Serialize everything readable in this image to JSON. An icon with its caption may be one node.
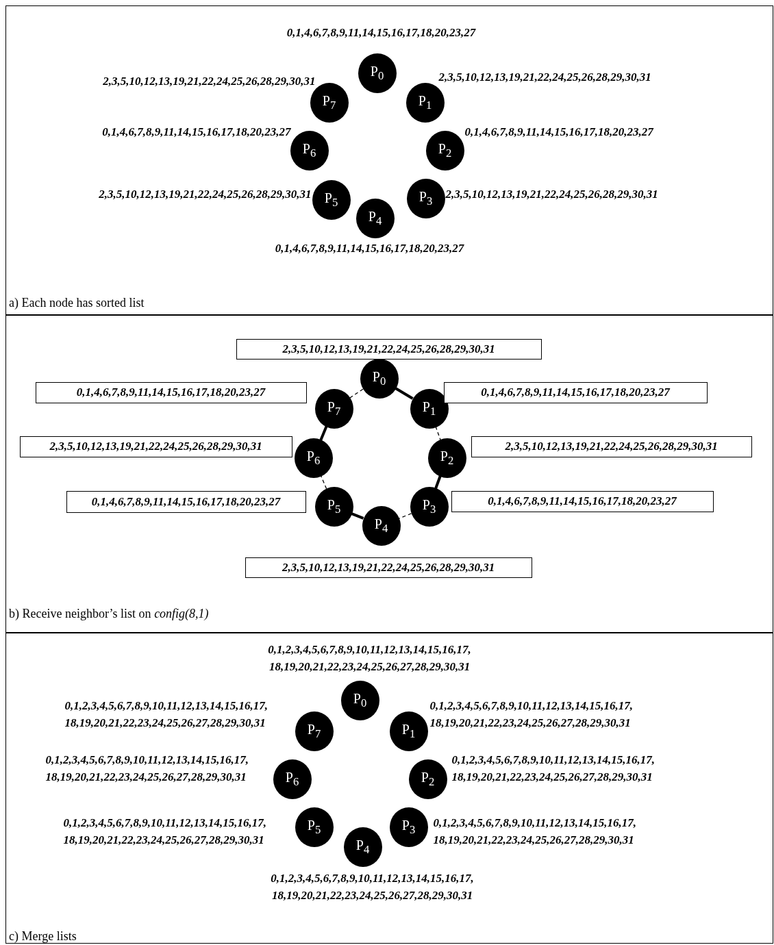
{
  "diagram": {
    "nodes": [
      {
        "text": [
          "a) Each node has sorted list"
        ]
      },
      {
        "text": [
          "P$_{0}$"
        ],
        "in": 0,
        "beside": [
          "0,1,4,6,7,8,9,11,14,15,16,17,18,20,23,27"
        ]
      },
      {
        "text": [
          "P$_{1}$"
        ],
        "in": 0,
        "beside": [
          "2,3,5,10,12,13,19,21,22,24,25,26,28,29,30,31"
        ]
      },
      {
        "text": [
          "P$_{2}$"
        ],
        "in": 0,
        "beside": [
          "0,1,4,6,7,8,9,11,14,15,16,17,18,20,23,27"
        ]
      },
      {
        "text": [
          "P$_{3}$"
        ],
        "in": 0,
        "beside": [
          "2,3,5,10,12,13,19,21,22,24,25,26,28,29,30,31"
        ]
      },
      {
        "text": [
          "P$_{4}$"
        ],
        "in": 0,
        "beside": [
          "0,1,4,6,7,8,9,11,14,15,16,17,18,20,23,27"
        ]
      },
      {
        "text": [
          "P$_{5}$"
        ],
        "in": 0,
        "beside": [
          "2,3,5,10,12,13,19,21,22,24,25,26,28,29,30,31"
        ]
      },
      {
        "text": [
          "P$_{6}$"
        ],
        "in": 0,
        "beside": [
          "0,1,4,6,7,8,9,11,14,15,16,17,18,20,23,27"
        ]
      },
      {
        "text": [
          "P$_{7}$"
        ],
        "in": 0,
        "beside": [
          "2,3,5,10,12,13,19,21,22,24,25,26,28,29,30,31"
        ]
      },
      {
        "text": [
          "b) Receive neighbor’s list on *config(8,1)*"
        ]
      },
      {
        "text": [
          "P$_{0}$"
        ],
        "in": 9
      },
      {
        "text": [
          "P$_{1}$"
        ],
        "in": 9
      },
      {
        "text": [
          "P$_{2}$"
        ],
        "in": 9
      },
      {
        "text": [
          "P$_{3}$"
        ],
        "in": 9
      },
      {
        "text": [
          "P$_{4}$"
        ],
        "in": 9
      },
      {
        "text": [
          "P$_{5}$"
        ],
        "in": 9
      },
      {
        "text": [
          "P$_{6}$"
        ],
        "in": 9
      },
      {
        "text": [
          "P$_{7}$"
        ],
        "in": 9
      },
      {
        "text": [
          "2,3,5,10,12,13,19,21,22,24,25,26,28,29,30,31"
        ],
        "in": 9
      },
      {
        "text": [
          "0,1,4,6,7,8,9,11,14,15,16,17,18,20,23,27"
        ],
        "in": 9
      },
      {
        "text": [
          "2,3,5,10,12,13,19,21,22,24,25,26,28,29,30,31"
        ],
        "in": 9
      },
      {
        "text": [
          "0,1,4,6,7,8,9,11,14,15,16,17,18,20,23,27"
        ],
        "in": 9
      },
      {
        "text": [
          "2,3,5,10,12,13,19,21,22,24,25,26,28,29,30,31"
        ],
        "in": 9
      },
      {
        "text": [
          "0,1,4,6,7,8,9,11,14,15,16,17,18,20,23,27"
        ],
        "in": 9
      },
      {
        "text": [
          "2,3,5,10,12,13,19,21,22,24,25,26,28,29,30,31"
        ],
        "in": 9
      },
      {
        "text": [
          "0,1,4,6,7,8,9,11,14,15,16,17,18,20,23,27"
        ],
        "in": 9
      },
      {
        "text": [
          "c) Merge lists"
        ]
      },
      {
        "text": [
          "P$_{0}$"
        ],
        "in": 26,
        "beside": [
          "0,1,2,3,4,5,6,7,8,9,10,11,12,13,14,15,16,17, 18,19,20,21,22,23,24,25,26,27,28,29,30,31"
        ]
      },
      {
        "text": [
          "P$_{1}$"
        ],
        "in": 26,
        "beside": [
          "0,1,2,3,4,5,6,7,8,9,10,11,12,13,14,15,16,17, 18,19,20,21,22,23,24,25,26,27,28,29,30,31"
        ]
      },
      {
        "text": [
          "P$_{2}$"
        ],
        "in": 26,
        "beside": [
          "0,1,2,3,4,5,6,7,8,9,10,11,12,13,14,15,16,17, 18,19,20,21,22,23,24,25,26,27,28,29,30,31"
        ]
      },
      {
        "text": [
          "P$_{3}$"
        ],
        "in": 26,
        "beside": [
          "0,1,2,3,4,5,6,7,8,9,10,11,12,13,14,15,16,17, 18,19,20,21,22,23,24,25,26,27,28,29,30,31"
        ]
      },
      {
        "text": [
          "P$_{4}$"
        ],
        "in": 26,
        "beside": [
          "0,1,2,3,4,5,6,7,8,9,10,11,12,13,14,15,16,17, 18,19,20,21,22,23,24,25,26,27,28,29,30,31"
        ]
      },
      {
        "text": [
          "P$_{5}$"
        ],
        "in": 26,
        "beside": [
          "0,1,2,3,4,5,6,7,8,9,10,11,12,13,14,15,16,17, 18,19,20,21,22,23,24,25,26,27,28,29,30,31"
        ]
      },
      {
        "text": [
          "P$_{6}$"
        ],
        "in": 26,
        "beside": [
          "0,1,2,3,4,5,6,7,8,9,10,11,12,13,14,15,16,17, 18,19,20,21,22,23,24,25,26,27,28,29,30,31"
        ]
      },
      {
        "text": [
          "P$_{7}$"
        ],
        "in": 26,
        "beside": [
          "0,1,2,3,4,5,6,7,8,9,10,11,12,13,14,15,16,17, 18,19,20,21,22,23,24,25,26,27,28,29,30,31"
        ]
      }
    ],
    "edges": [
      {
        "from": 10,
        "to": 11,
        "arrow": "none",
        "style": "thick"
      },
      {
        "from": 11,
        "to": 12,
        "arrow": "none",
        "style": "dashed"
      },
      {
        "from": 12,
        "to": 13,
        "arrow": "none",
        "style": "thick"
      },
      {
        "from": 13,
        "to": 14,
        "arrow": "none",
        "style": "dashed"
      },
      {
        "from": 14,
        "to": 15,
        "arrow": "none",
        "style": "thick"
      },
      {
        "from": 15,
        "to": 16,
        "arrow": "none",
        "style": "dashed"
      },
      {
        "from": 16,
        "to": 17,
        "arrow": "none",
        "style": "thick"
      },
      {
        "from": 17,
        "to": 10,
        "arrow": "none",
        "style": "dashed"
      }
    ]
  }
}
